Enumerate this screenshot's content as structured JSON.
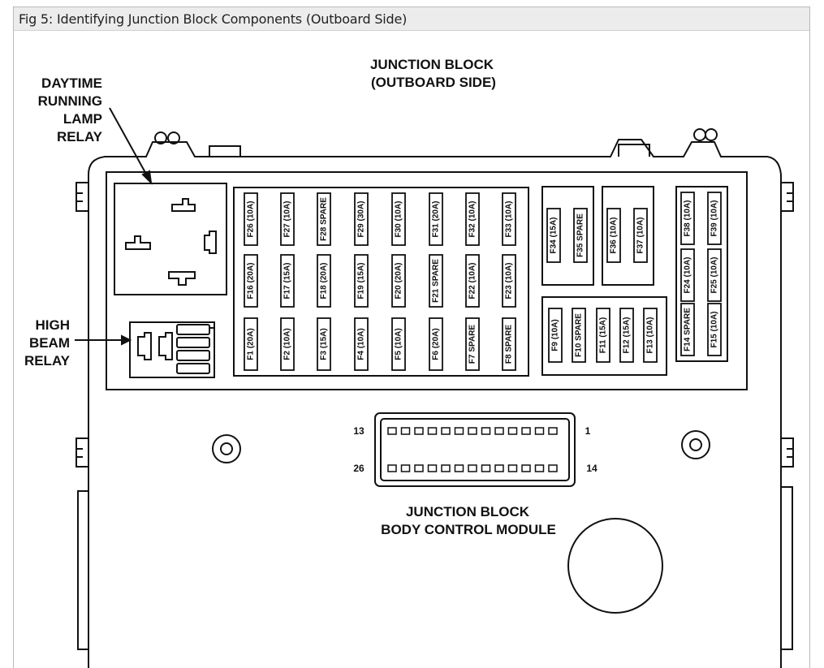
{
  "caption": "Fig 5: Identifying Junction Block Components (Outboard Side)",
  "title_line1": "JUNCTION BLOCK",
  "title_line2": "(OUTBOARD SIDE)",
  "drl_label": [
    "DAYTIME",
    "RUNNING",
    "LAMP",
    "RELAY"
  ],
  "hb_label": [
    "HIGH",
    "BEAM",
    "RELAY"
  ],
  "bcm_label_line1": "JUNCTION BLOCK",
  "bcm_label_line2": "BODY CONTROL MODULE",
  "connector_pins": {
    "top_left": "13",
    "top_right": "1",
    "bottom_left": "26",
    "bottom_right": "14"
  },
  "fuses_main": [
    [
      "F26 (10A)",
      "F27 (10A)",
      "F28 SPARE",
      "F29 (30A)",
      "F30 (10A)",
      "F31 (20A)",
      "F32 (10A)",
      "F33 (10A)"
    ],
    [
      "F16 (20A)",
      "F17 (15A)",
      "F18 (20A)",
      "F19 (15A)",
      "F20 (20A)",
      "F21 SPARE",
      "F22 (10A)",
      "F23 (10A)"
    ],
    [
      "F1 (20A)",
      "F2 (10A)",
      "F3 (15A)",
      "F4 (10A)",
      "F5 (10A)",
      "F6 (20A)",
      "F7 SPARE",
      "F8 SPARE"
    ]
  ],
  "fuses_group_a": [
    "F34 (15A)",
    "F35 SPARE"
  ],
  "fuses_group_b": [
    "F36 (10A)",
    "F37 (10A)"
  ],
  "fuses_group_c": [
    "F9 (10A)",
    "F10 SPARE",
    "F11 (15A)",
    "F12 (15A)",
    "F13 (10A)"
  ],
  "fuses_group_d": [
    [
      "F38 (10A)",
      "F39 (10A)"
    ],
    [
      "F24 (10A)",
      "F25 (10A)"
    ],
    [
      "F14 SPARE",
      "F15 (10A)"
    ]
  ]
}
